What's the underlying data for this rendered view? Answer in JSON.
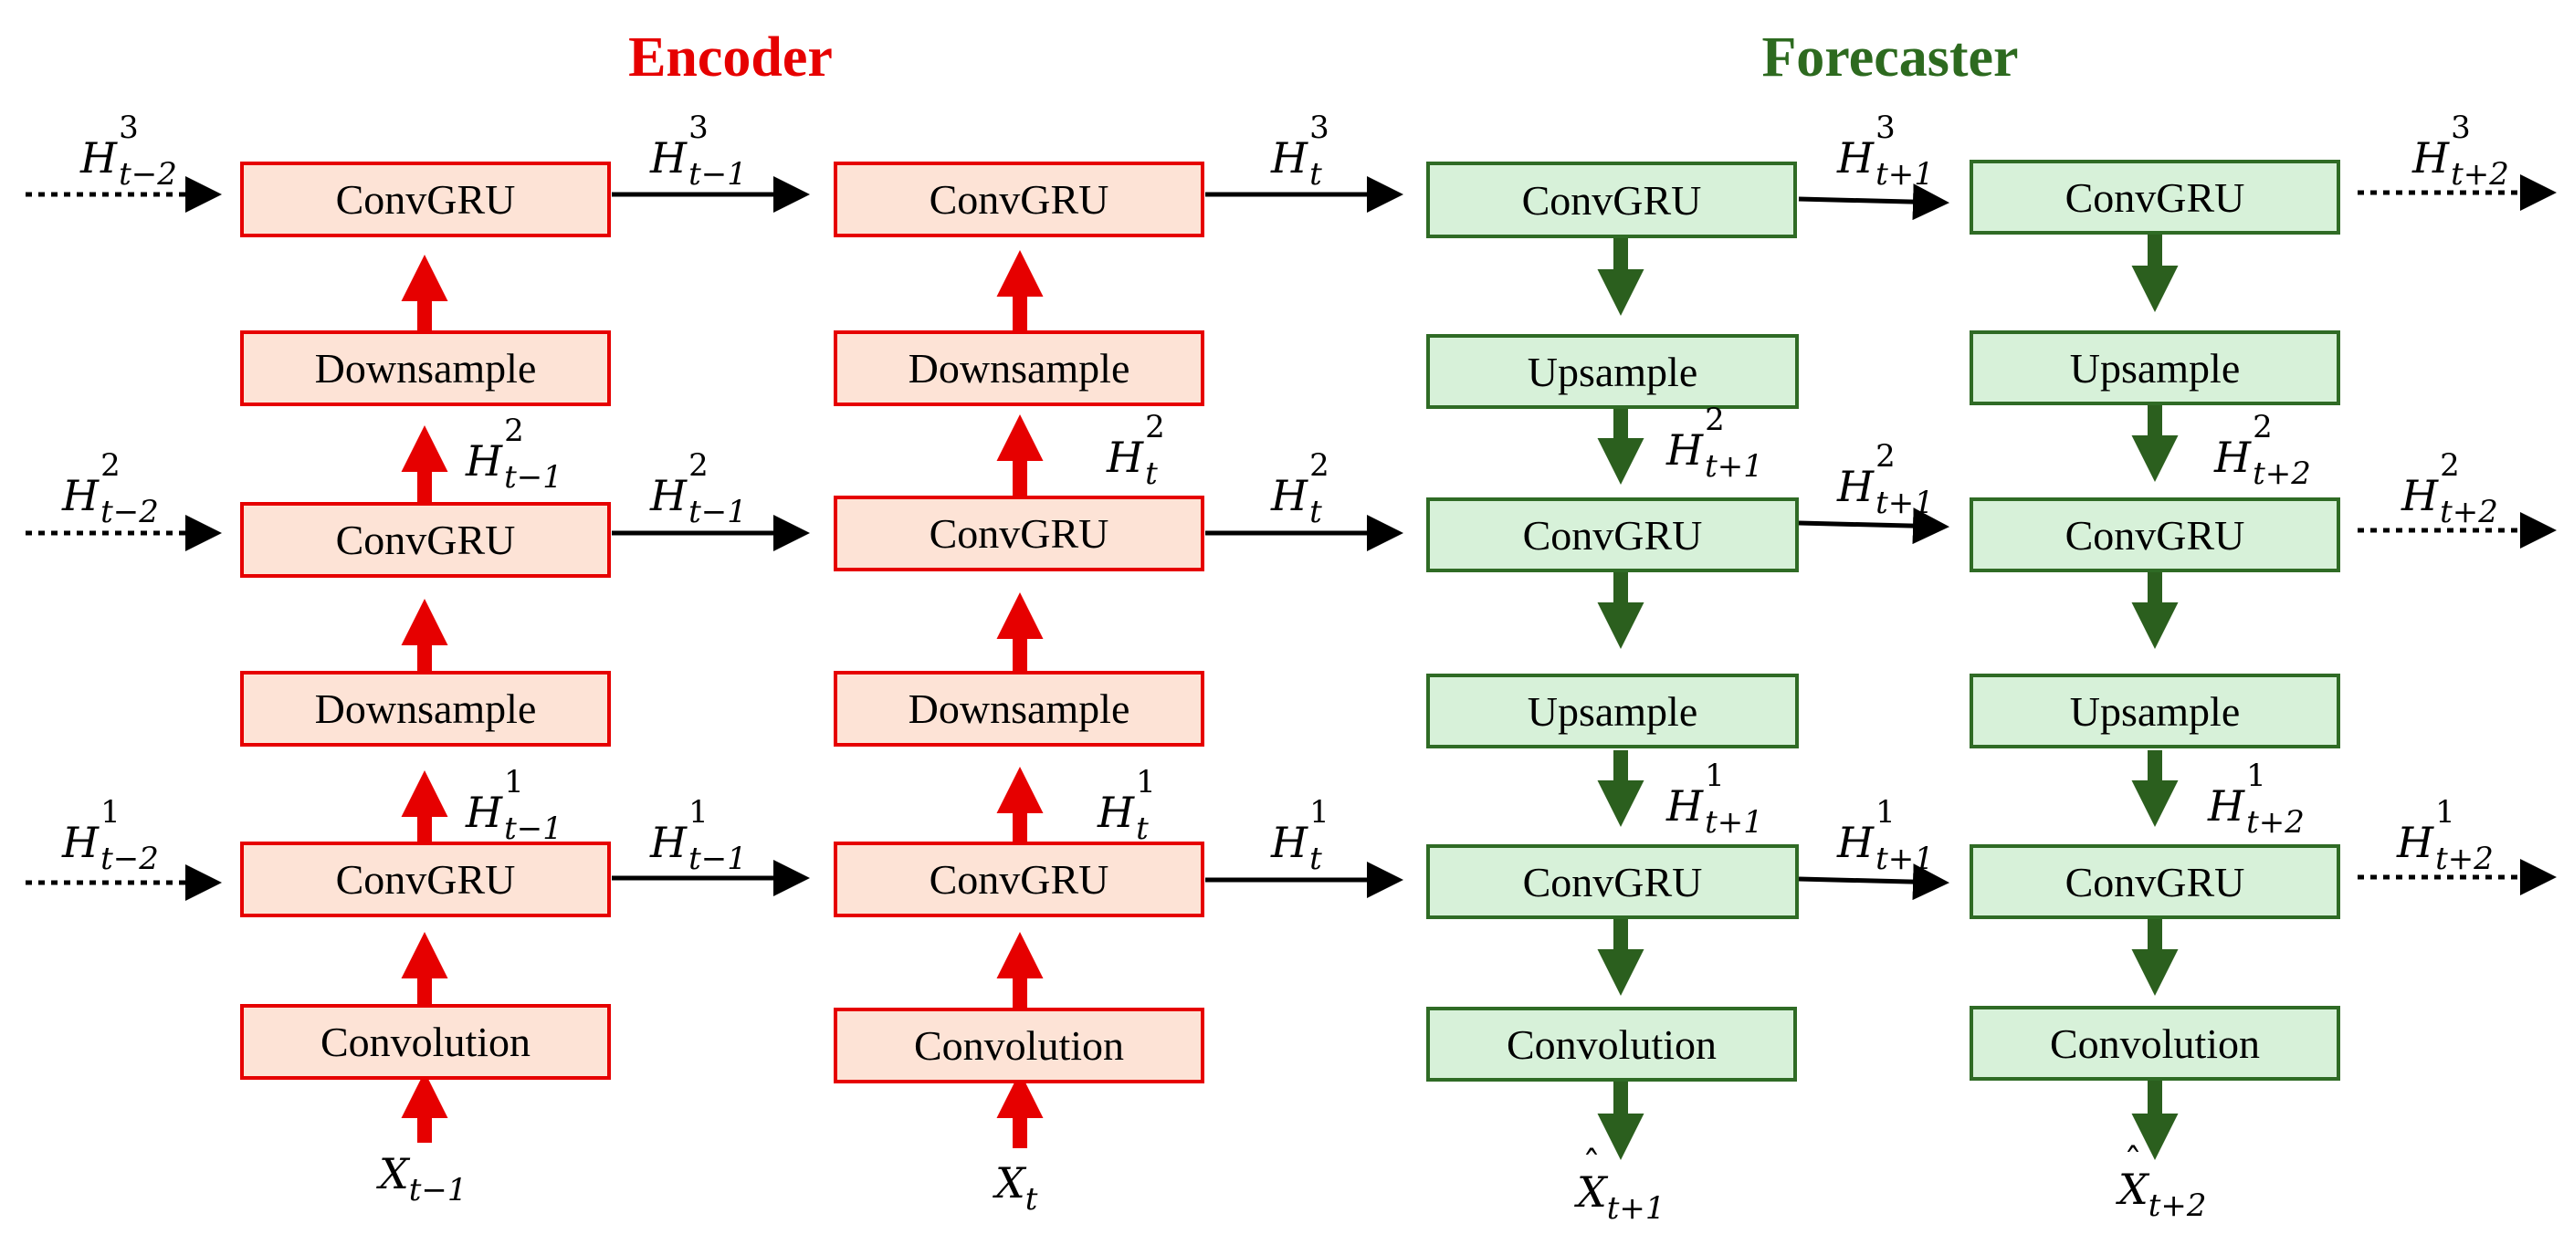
{
  "titles": {
    "encoder": "Encoder",
    "forecaster": "Forecaster"
  },
  "box_labels": {
    "convgru": "ConvGRU",
    "downsample": "Downsample",
    "upsample": "Upsample",
    "convolution": "Convolution"
  },
  "hidden_states": {
    "in_t_minus_2": {
      "l3": "H t−2 3",
      "l2": "H t−2 2",
      "l1": "H t−2 1"
    },
    "t_minus_1": {
      "l3": "H t−1 3",
      "l2": "H t−1 2",
      "l1": "H t−1 1"
    },
    "t": {
      "l3": "H t 3",
      "l2": "H t 2",
      "l1": "H t 1"
    },
    "t_plus_1": {
      "l3": "H t+1 3",
      "l2": "H t+1 2",
      "l1": "H t+1 1"
    },
    "t_plus_2": {
      "l3": "H t+2 3",
      "l2": "H t+2 2",
      "l1": "H t+2 1"
    }
  },
  "inputs": {
    "x_t_minus_1": "X t−1",
    "x_t": "X t"
  },
  "outputs": {
    "x_hat_t_plus_1": "X̂ t+1",
    "x_hat_t_plus_2": "X̂ t+2"
  },
  "colors": {
    "encoder_stroke": "#e60000",
    "encoder_fill": "#fde3d6",
    "forecaster_stroke": "#2f6b25",
    "forecaster_fill": "#d7f1d9",
    "forecaster_arrow": "#2b5f1e",
    "state_arrow": "#000000"
  }
}
